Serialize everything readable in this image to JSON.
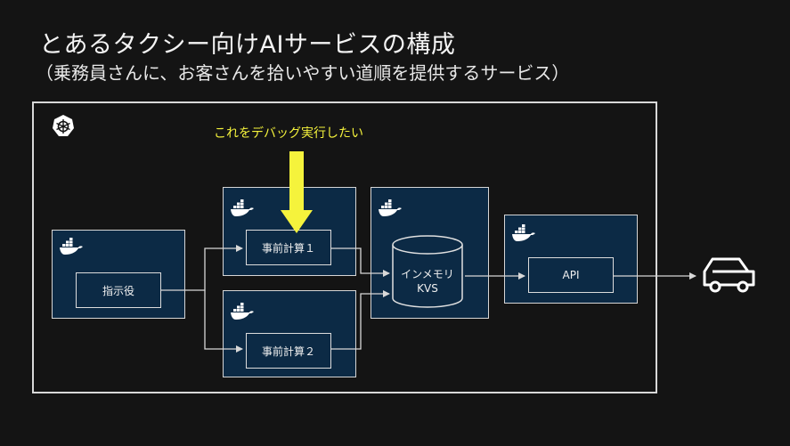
{
  "slide": {
    "title": "とあるタクシー向けAIサービスの構成",
    "subtitle": "（乗務員さんに、お客さんを拾いやすい道順を提供するサービス）"
  },
  "diagram": {
    "annotation": "これをデバッグ実行したい",
    "nodes": {
      "commander": "指示役",
      "precompute1": "事前計算１",
      "precompute2": "事前計算２",
      "kvs_line1": "インメモリ",
      "kvs_line2": "KVS",
      "api": "API"
    },
    "icons": [
      "kubernetes-icon",
      "docker-icon",
      "database-icon",
      "car-icon"
    ],
    "colors": {
      "background": "#141414",
      "container_fill": "#0c2a45",
      "annotation_yellow": "#f5f33c",
      "line": "#d8d8d8"
    }
  }
}
